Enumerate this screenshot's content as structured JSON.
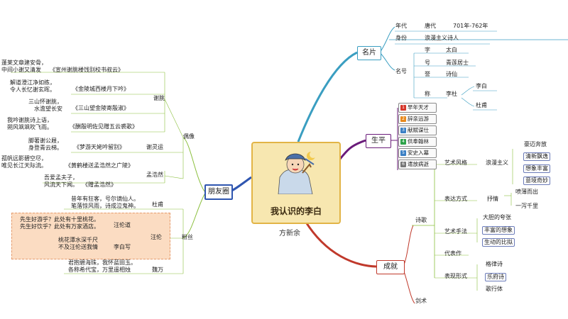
{
  "center": {
    "title": "我认识的李白",
    "author": "方新余"
  },
  "colors": {
    "mingpian": "#3a9ec1",
    "shengping": "#6a1b7a",
    "chengjiu": "#c0392b",
    "pengyou": "#2f56b0",
    "leaf": "#8bbf3d"
  },
  "mingpian": {
    "label": "名片",
    "niandai": {
      "key": "年代",
      "value": "唐代",
      "years": "701年-762年"
    },
    "shenfen": {
      "key": "身份",
      "value": "浪漫主义诗人"
    },
    "minghao": {
      "key": "名号",
      "zi": {
        "key": "字",
        "value": "太白"
      },
      "hao": {
        "key": "号",
        "value": "青莲居士"
      },
      "yu": {
        "key": "誉",
        "value": "诗仙"
      },
      "cheng": {
        "key": "称",
        "value": "李杜",
        "items": [
          "李白",
          "杜甫"
        ]
      }
    }
  },
  "shengping": {
    "label": "生平",
    "items": [
      {
        "num": "1",
        "text": "早年天才",
        "color": "#d6372b"
      },
      {
        "num": "2",
        "text": "辞亲远游",
        "color": "#e8891d"
      },
      {
        "num": "3",
        "text": "献赋谋仕",
        "color": "#3a7fc4"
      },
      {
        "num": "4",
        "text": "供奉翰林",
        "color": "#2fa34a"
      },
      {
        "num": "5",
        "text": "安史入幕",
        "color": "#3a7fc4"
      },
      {
        "num": "6",
        "text": "遣放病逝",
        "color": "#777777"
      }
    ]
  },
  "chengjiu": {
    "label": "成就",
    "shige": "诗歌",
    "jianshu": "剑术",
    "yishu": {
      "label": "艺术风格",
      "style": "浪漫主义",
      "items": [
        "豪迈奔放",
        "清新飘逸",
        "想象丰富",
        "意境奇妙"
      ]
    },
    "biaoda": {
      "label": "表达方式",
      "way": "抒情",
      "items": [
        "喷薄而出",
        "一泻千里"
      ]
    },
    "shoufa": {
      "label": "艺术手法",
      "items": [
        "大胆的夸张",
        "丰富的想象",
        "生动的比拟"
      ]
    },
    "daibiaozuo": "代表作",
    "biaoxian": {
      "label": "表现形式",
      "items": [
        "格律诗",
        "乐府诗",
        "歌行体"
      ]
    }
  },
  "pengyou": {
    "label": "朋友圈",
    "ouxiang": "偶像",
    "fensi": "粉丝",
    "xietiao": {
      "name": "谢朓",
      "poems": [
        {
          "lines": [
            "蓬莱文章建安骨，",
            "中间小谢又清发"
          ],
          "title": "《宣州谢朓楼饯别校书叔云》"
        },
        {
          "lines": [
            "解道澄江净如练，",
            "令人长忆谢玄晖。"
          ],
          "title": "《金陵城西楼月下吟》"
        },
        {
          "lines": [
            "三山怀谢朓，",
            "水澹望长安"
          ],
          "title": "《三山望金陵寄殷淑》"
        },
        {
          "lines": [
            "我吟谢朓诗上语，",
            "朔风飒飒吹飞雨。"
          ],
          "title": "《酬殷明佐见赠五云裘歌》"
        }
      ]
    },
    "xielingyun": {
      "name": "谢灵运",
      "poem": {
        "lines": [
          "脚著谢公屐，",
          "身登青云梯。"
        ],
        "title": "《梦游天姥吟留别》"
      }
    },
    "menghaoran": {
      "name": "孟浩然",
      "poems": [
        {
          "lines": [
            "孤帆远影碧空尽，",
            "唯见长江天际流。"
          ],
          "title": "《黄鹤楼送孟浩然之广陵》"
        },
        {
          "lines": [
            "吾爱孟夫子，",
            "风流天下闻。"
          ],
          "title": "《赠孟浩然》"
        }
      ]
    },
    "dufu": {
      "name": "杜甫",
      "lines": [
        "昔年有狂客，号尔谪仙人。",
        "笔落惊风雨，诗成泣鬼神。"
      ]
    },
    "wanglun": {
      "name": "汪伦",
      "wangdao": {
        "name": "汪伦道",
        "lines": [
          "先生好游乎？此处有十里桃花。",
          "先生好饮乎？此处有万家酒店。"
        ]
      },
      "libai": {
        "name": "李白写",
        "lines": [
          "桃花潭水深千尺",
          "不及汪伦送我情"
        ]
      }
    },
    "weiwan": {
      "name": "魏万",
      "lines": [
        "君抱碧海珠，我怀蓝田玉。",
        "各称希代宝，万里遥相烛"
      ]
    }
  }
}
